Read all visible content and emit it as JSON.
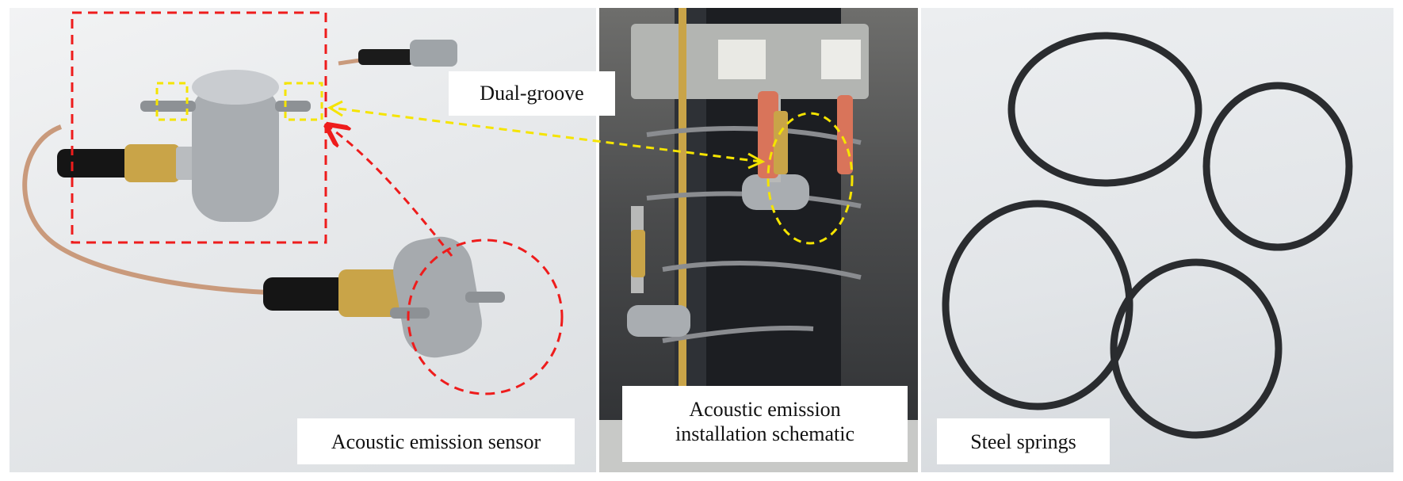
{
  "labels": {
    "sensor": "Acoustic emission sensor",
    "install_line1": "Acoustic emission",
    "install_line2": "installation schematic",
    "springs": "Steel springs",
    "groove": "Dual-groove"
  },
  "colors": {
    "highlight_red": "#ee1c1c",
    "highlight_yellow": "#f5e400"
  }
}
